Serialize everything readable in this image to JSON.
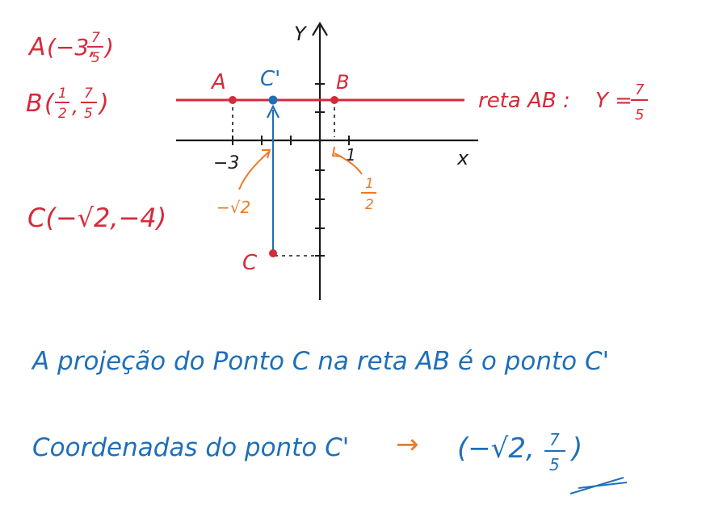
{
  "colors": {
    "red": "#d62a3a",
    "blue": "#1f6fb8",
    "orange": "#ec7a2a",
    "black": "#1a1a1a"
  },
  "points_list": {
    "a_label": "A",
    "a_coords_open": "(−3,",
    "a_y_num": "7",
    "a_y_den": "5",
    "a_close": ")",
    "b_label": "B",
    "b_x_num": "1",
    "b_x_den": "2",
    "b_y_num": "7",
    "b_y_den": "5",
    "b_close": ")",
    "c_text": "C(−√2,−4)"
  },
  "graph": {
    "y_axis_label": "Y",
    "x_axis_label": "x",
    "label_A": "A",
    "label_B": "B",
    "label_C": "C",
    "label_C_prime": "C'",
    "tick_minus3": "−3",
    "tick_1": "1",
    "note_minus_sqrt2": "−√2",
    "note_half_num": "1",
    "note_half_den": "2",
    "line_label": "reta AB :",
    "line_eq_y": "Y =",
    "line_eq_num": "7",
    "line_eq_den": "5"
  },
  "statements": {
    "projection_sentence": "A  projeção do Ponto C na reta AB é o ponto C'",
    "coords_prefix": "Coordenadas do ponto C'",
    "coords_arrow": "→",
    "coords_open": "(−√2,",
    "coords_num": "7",
    "coords_den": "5",
    "coords_close": ")"
  }
}
